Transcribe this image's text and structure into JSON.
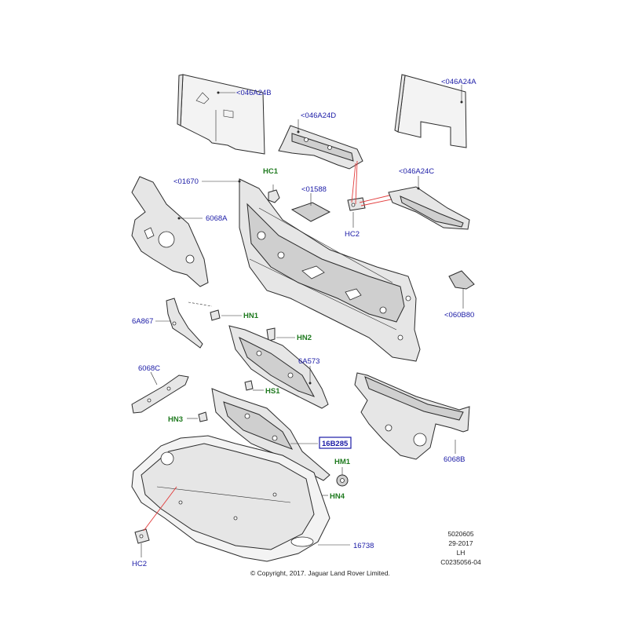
{
  "labels": {
    "p046A24B": "<046A24B",
    "p046A24A": "<046A24A",
    "p046A24D": "<046A24D",
    "p046A24C": "<046A24C",
    "p01670": "<01670",
    "p01588": "<01588",
    "p6068A": "6068A",
    "p060B80": "<060B80",
    "p6A867": "6A867",
    "p6A573": "6A573",
    "p6068C": "6068C",
    "p6068B": "6068B",
    "p16B285": "16B285",
    "p16738": "16738",
    "hc1": "HC1",
    "hc2_top": "HC2",
    "hc2_bottom": "HC2",
    "hn1": "HN1",
    "hn2": "HN2",
    "hn3": "HN3",
    "hn4": "HN4",
    "hs1": "HS1",
    "hm1": "HM1"
  },
  "footer": {
    "copyright": "© Copyright, 2017. Jaguar Land Rover Limited.",
    "ref_line1": "5020605",
    "ref_line2": "29-2017",
    "ref_line3": "LH",
    "ref_line4": "C0235056-04"
  },
  "colors": {
    "part_label": "#1a1aa6",
    "fastener_label": "#1f7a1f",
    "leader_highlight": "#e23c3c"
  }
}
